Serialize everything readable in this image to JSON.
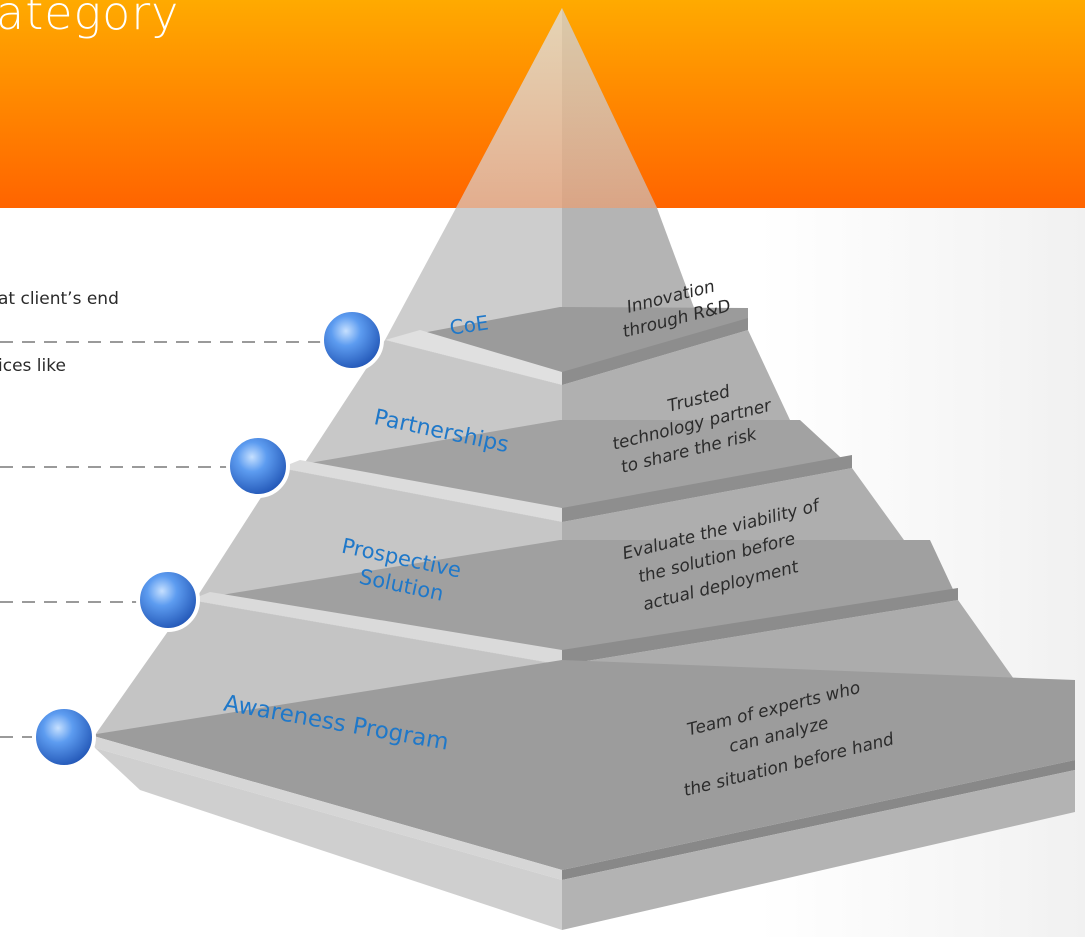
{
  "header": {
    "title_fragment": "ategory"
  },
  "left_text": {
    "line1": "at client’s end",
    "line2": "ices like"
  },
  "tiers": [
    {
      "label": "CoE",
      "desc_lines": [
        "Innovation",
        "through R&D"
      ]
    },
    {
      "label": "Partnerships",
      "desc_lines": [
        "Trusted",
        "technology partner",
        "to share the risk"
      ]
    },
    {
      "label_lines": [
        "Prospective",
        "Solution"
      ],
      "desc_lines": [
        "Evaluate the viability of",
        "the solution before",
        "actual deployment"
      ]
    },
    {
      "label": "Awareness Program",
      "desc_lines": [
        "Team of experts who",
        "can analyze",
        "the situation before hand"
      ]
    }
  ],
  "colors": {
    "banner_top": "#ffaa00",
    "banner_bottom": "#ff6400",
    "label_blue": "#1f78c9",
    "bullet_blue": "#2f73d6"
  }
}
